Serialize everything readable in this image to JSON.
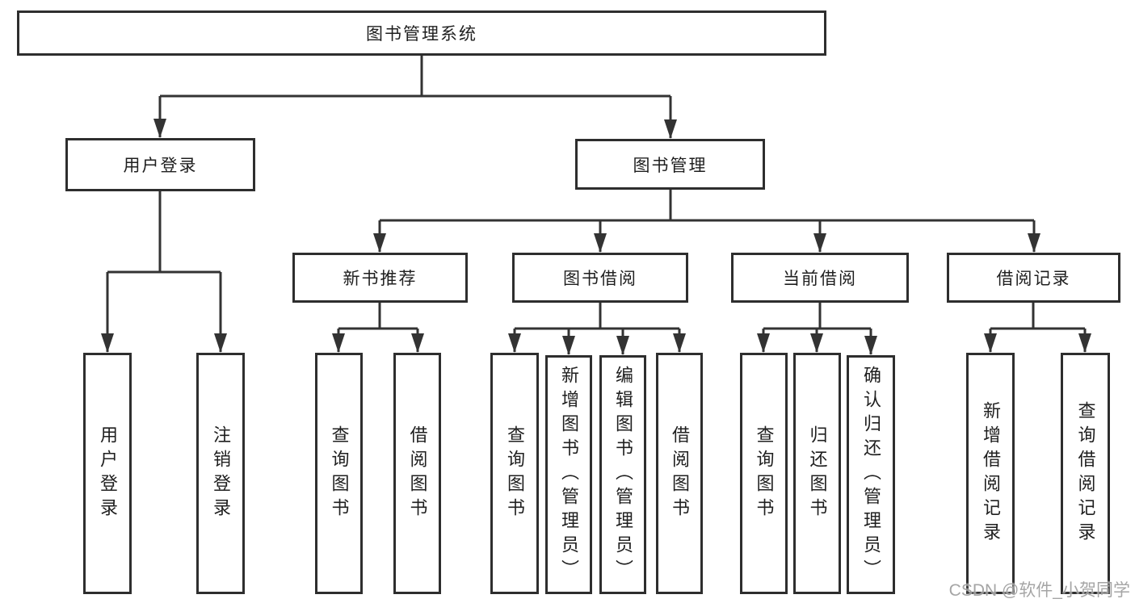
{
  "tree": {
    "root": {
      "label": "图书管理系统"
    },
    "branches": [
      {
        "label": "用户登录",
        "children": [
          {
            "label": "用户登录"
          },
          {
            "label": "注销登录"
          }
        ]
      },
      {
        "label": "图书管理",
        "children": [
          {
            "label": "新书推荐",
            "children": [
              {
                "label": "查询图书"
              },
              {
                "label": "借阅图书"
              }
            ]
          },
          {
            "label": "图书借阅",
            "children": [
              {
                "label": "查询图书"
              },
              {
                "label": "新增图书（管理员）"
              },
              {
                "label": "编辑图书（管理员）"
              },
              {
                "label": "借阅图书"
              }
            ]
          },
          {
            "label": "当前借阅",
            "children": [
              {
                "label": "查询图书"
              },
              {
                "label": "归还图书"
              },
              {
                "label": "确认归还（管理员）"
              }
            ]
          },
          {
            "label": "借阅记录",
            "children": [
              {
                "label": "新增借阅记录"
              },
              {
                "label": "查询借阅记录"
              }
            ]
          }
        ]
      }
    ]
  },
  "watermark": {
    "text": "CSDN @软件_小贺同学"
  },
  "colors": {
    "background": "#ffffff",
    "line": "#333333",
    "box_border": "#2e2e2e",
    "box_fill": "#ffffff",
    "text": "#1f1f1f",
    "watermark": "#9c9c9c"
  }
}
